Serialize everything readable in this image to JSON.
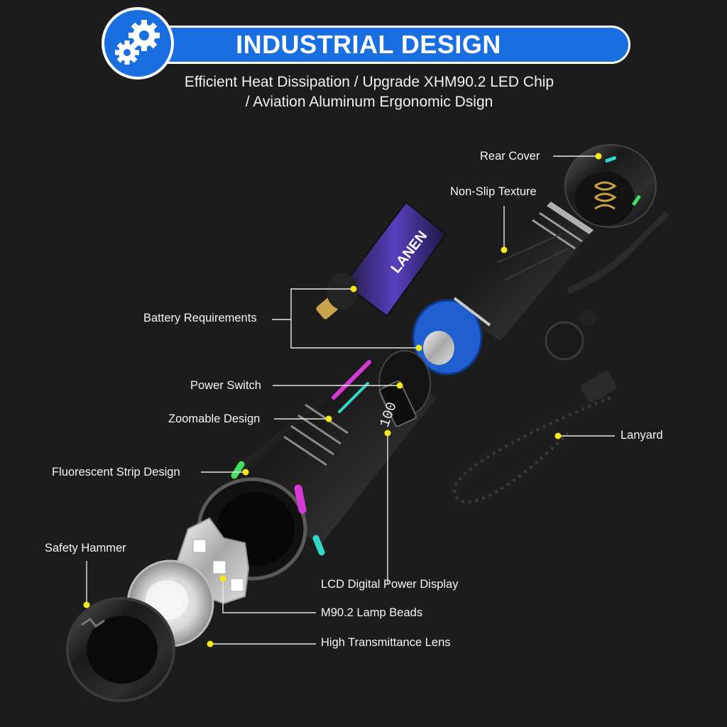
{
  "header": {
    "title": "INDUSTRIAL DESIGN",
    "subtitle_line1": "Efficient Heat Dissipation / Upgrade XHM90.2 LED Chip",
    "subtitle_line2": "/ Aviation Aluminum Ergonomic Dsign",
    "badge_icon": "gears-icon"
  },
  "callouts": {
    "rear_cover": "Rear Cover",
    "non_slip": "Non-Slip Texture",
    "battery": "Battery Requirements",
    "power_switch": "Power Switch",
    "zoomable": "Zoomable Design",
    "fluorescent": "Fluorescent Strip Design",
    "safety_hammer": "Safety Hammer",
    "lanyard": "Lanyard",
    "lcd": "LCD Digital Power Display",
    "lamp_beads": "M90.2 Lamp Beads",
    "lens": "High Transmittance Lens"
  },
  "product": {
    "battery_brand": "LANEN",
    "lcd_reading": "100"
  },
  "colors": {
    "background": "#1c1c1c",
    "banner_blue": "#1a6fe0",
    "callout_dot": "#f5e81a",
    "strip_green": "#3fe060",
    "strip_magenta": "#d63ad6",
    "strip_cyan": "#30d8c8",
    "battery_purple": "#5a3fc0",
    "tail_blue": "#1f5fd0"
  }
}
